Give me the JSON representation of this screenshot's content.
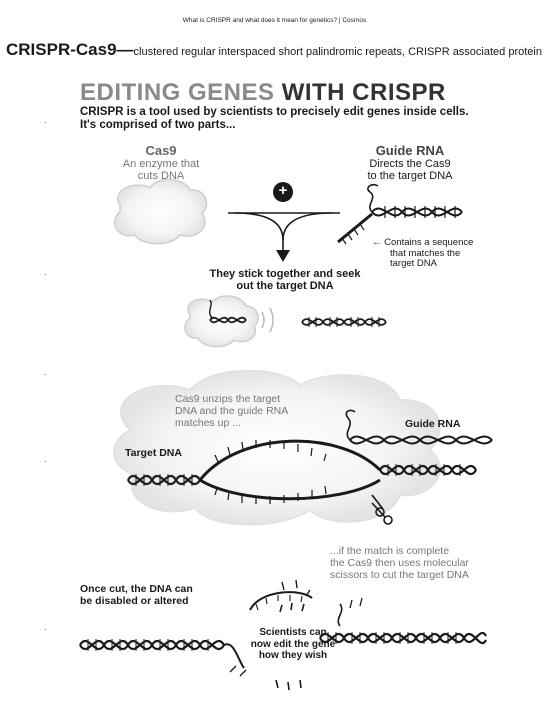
{
  "source": "What is CRISPR and what does it mean for genetics? | Cosmos",
  "term": {
    "name": "CRISPR-Cas9",
    "dash": "—",
    "definition": "clustered regular interspaced short palindromic repeats, CRISPR associated protein"
  },
  "title": {
    "part1": "EDITING GENES",
    "part2": "WITH CRISPR"
  },
  "intro": {
    "line1": "CRISPR is a tool used by scientists to precisely edit genes inside cells.",
    "line2": "It's comprised of two parts..."
  },
  "cas9": {
    "name": "Cas9",
    "desc1": "An enzyme that",
    "desc2": "cuts DNA"
  },
  "guide": {
    "name": "Guide RNA",
    "desc1": "Directs the Cas9",
    "desc2": "to the target DNA"
  },
  "sequence_note": {
    "line1": "← Contains a sequence",
    "line2": "that matches the",
    "line3": "target DNA"
  },
  "plus_symbol": "+",
  "together": {
    "line1": "They stick together and seek",
    "line2": "out the target DNA"
  },
  "unzip": {
    "line1": "Cas9 unzips the target",
    "line2": "DNA and the guide RNA",
    "line3": "matches up ..."
  },
  "guide_label": "Guide RNA",
  "target_label": "Target DNA",
  "match": {
    "line1": "...if the match is complete",
    "line2": "the Cas9 then uses molecular",
    "line3": "scissors to cut the target DNA"
  },
  "once_cut": {
    "line1": "Once cut, the DNA can",
    "line2": "be disabled or altered"
  },
  "scientists": {
    "line1": "Scientists can",
    "line2": "now edit the gene",
    "line3": "how they wish"
  },
  "bullet": "·",
  "colors": {
    "ink": "#1a1a1a",
    "gray_text": "#777777",
    "cloud": "#f2f2f2",
    "cloud_edge": "#bbbbbb"
  }
}
